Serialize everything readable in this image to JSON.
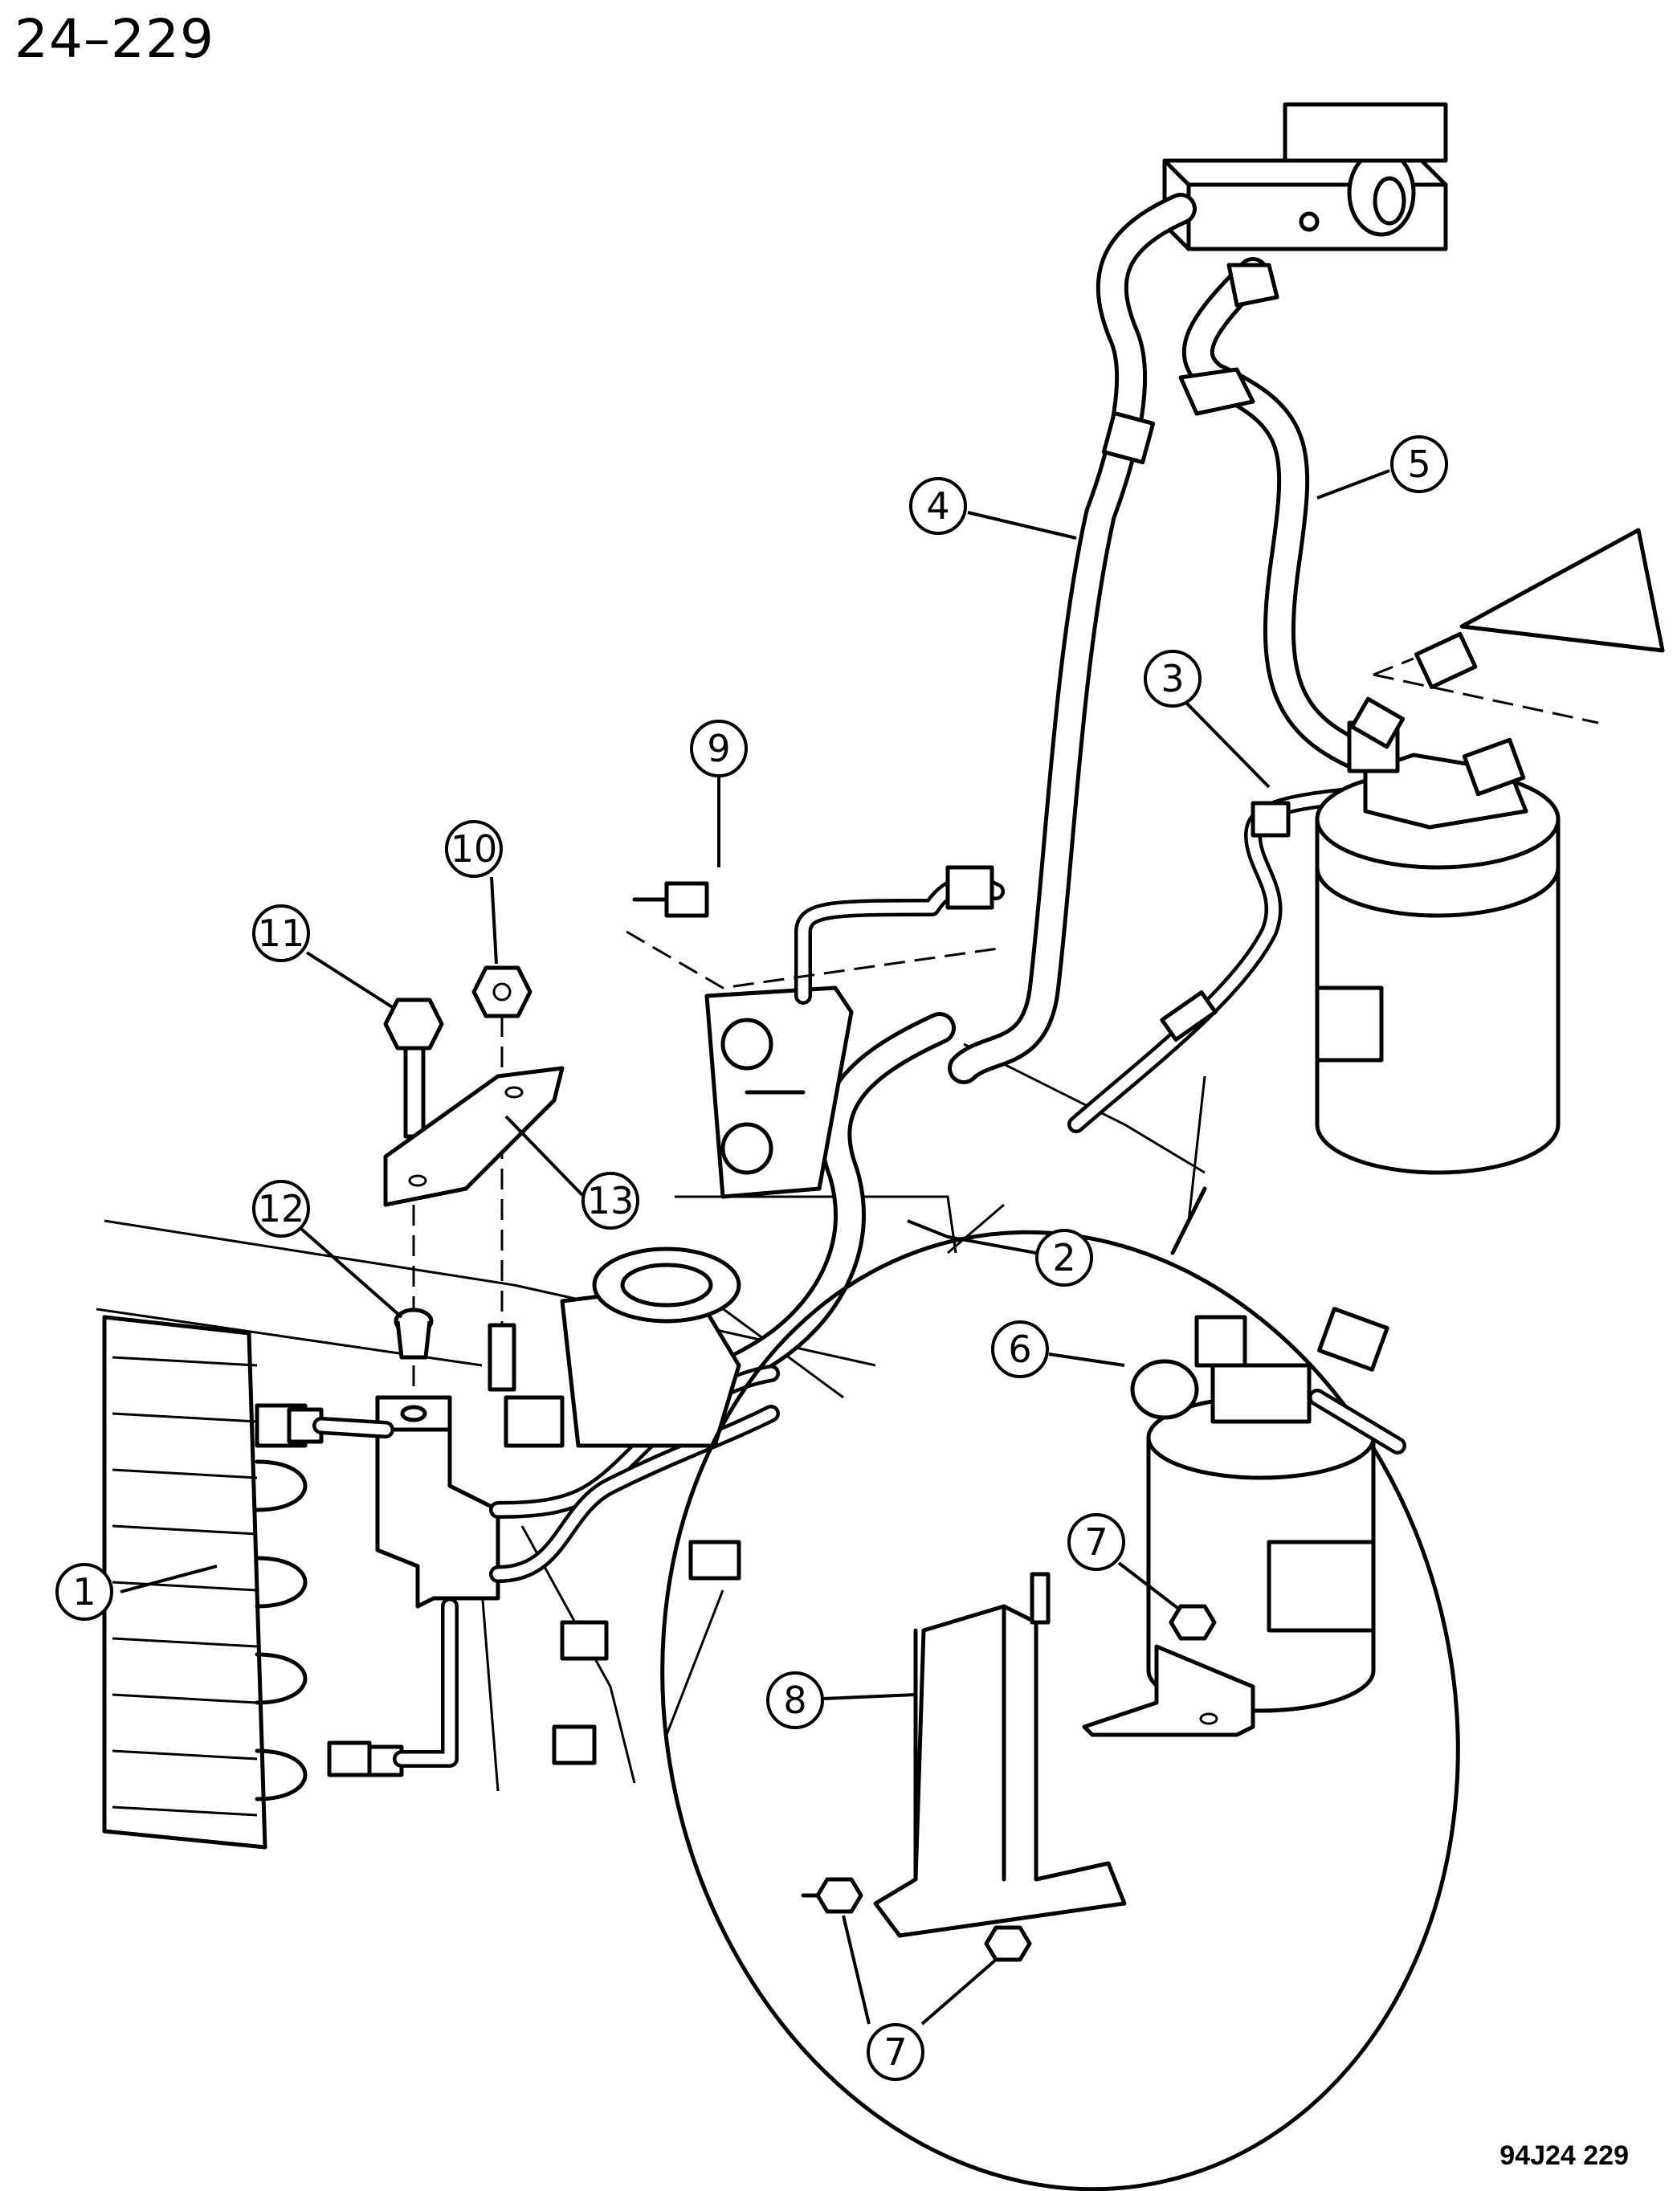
{
  "page_title": "24–229",
  "figure_code": "94J24  229",
  "callouts": [
    {
      "id": "1",
      "label": "1"
    },
    {
      "id": "2",
      "label": "2"
    },
    {
      "id": "3",
      "label": "3"
    },
    {
      "id": "4",
      "label": "4"
    },
    {
      "id": "5",
      "label": "5"
    },
    {
      "id": "6",
      "label": "6"
    },
    {
      "id": "7a",
      "label": "7"
    },
    {
      "id": "7b",
      "label": "7"
    },
    {
      "id": "8",
      "label": "8"
    },
    {
      "id": "9",
      "label": "9"
    },
    {
      "id": "10",
      "label": "10"
    },
    {
      "id": "11",
      "label": "11"
    },
    {
      "id": "12",
      "label": "12"
    },
    {
      "id": "13",
      "label": "13"
    }
  ]
}
